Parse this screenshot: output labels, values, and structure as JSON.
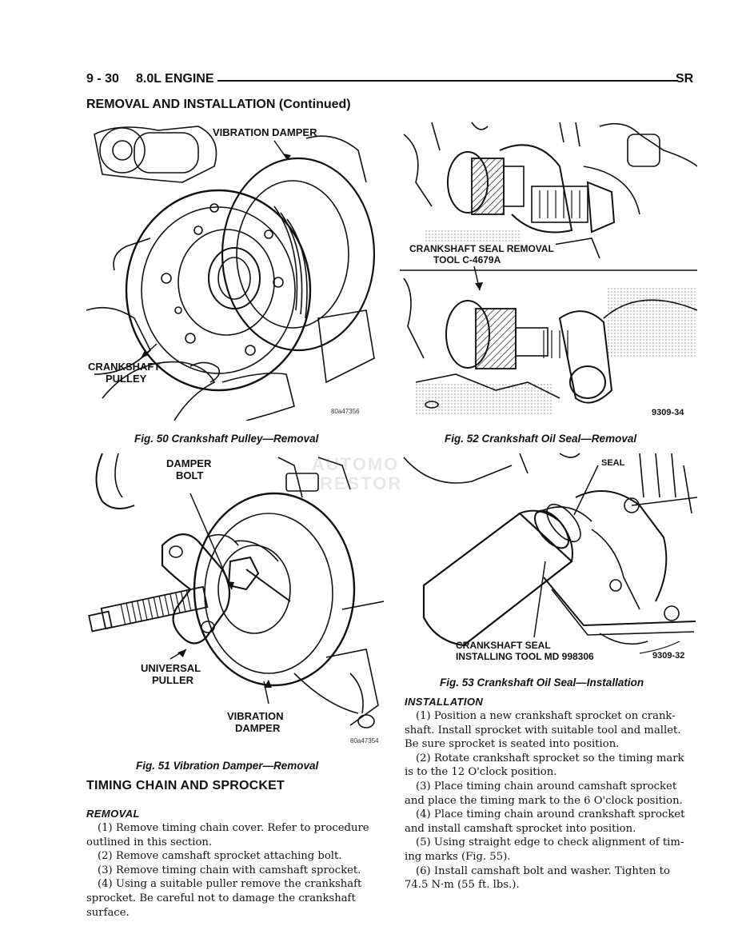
{
  "header": {
    "page_number": "9 - 30",
    "section": "8.0L ENGINE",
    "code": "SR"
  },
  "section_title": "REMOVAL AND INSTALLATION (Continued)",
  "figures": {
    "fig50": {
      "callouts": {
        "damper": "VIBRATION DAMPER",
        "pulley_1": "CRANKSHAFT",
        "pulley_2": "PULLEY"
      },
      "code": "80a47356",
      "caption": "Fig. 50 Crankshaft Pulley—Removal"
    },
    "fig51": {
      "callouts": {
        "bolt_1": "DAMPER",
        "bolt_2": "BOLT",
        "puller_1": "UNIVERSAL",
        "puller_2": "PULLER",
        "damper_1": "VIBRATION",
        "damper_2": "DAMPER"
      },
      "code": "80a47354",
      "caption": "Fig. 51 Vibration Damper—Removal"
    },
    "fig52": {
      "callouts": {
        "tool_1": "CRANKSHAFT SEAL REMOVAL",
        "tool_2": "TOOL C-4679A"
      },
      "code": "9309-34",
      "caption": "Fig. 52 Crankshaft Oil Seal—Removal"
    },
    "fig53": {
      "callouts": {
        "seal": "SEAL",
        "tool_1": "CRANKSHAFT SEAL",
        "tool_2": "INSTALLING TOOL MD 998306"
      },
      "code": "9309-32",
      "caption": "Fig. 53 Crankshaft Oil Seal—Installation"
    }
  },
  "watermark": {
    "line1": "AUTOMOTIVE",
    "line2": "RESTORATION"
  },
  "timing": {
    "heading": "TIMING CHAIN AND SPROCKET",
    "removal_heading": "REMOVAL",
    "removal_lines": [
      "(1) Remove timing chain cover. Refer to procedure",
      "outlined in this section.",
      "(2) Remove camshaft sprocket attaching bolt.",
      "(3) Remove timing chain with camshaft sprocket.",
      "(4) Using a suitable puller remove the crankshaft",
      "sprocket. Be careful not to damage the crankshaft",
      "surface."
    ],
    "installation_heading": "INSTALLATION",
    "installation_lines": [
      "(1) Position a new crankshaft sprocket on crank-",
      "shaft. Install sprocket with suitable tool and mallet.",
      "Be sure sprocket is seated into position.",
      "(2) Rotate crankshaft sprocket so the timing mark",
      "is to the 12 O'clock position.",
      "(3) Place timing chain around camshaft sprocket",
      "and place the timing mark to the 6 O'clock position.",
      "(4) Place timing chain around crankshaft sprocket",
      "and install camshaft sprocket into position.",
      "(5) Using straight edge to check alignment of tim-",
      "ing marks (Fig. 55).",
      "(6) Install camshaft bolt and washer. Tighten to",
      "74.5 N·m (55 ft. lbs.)."
    ]
  }
}
